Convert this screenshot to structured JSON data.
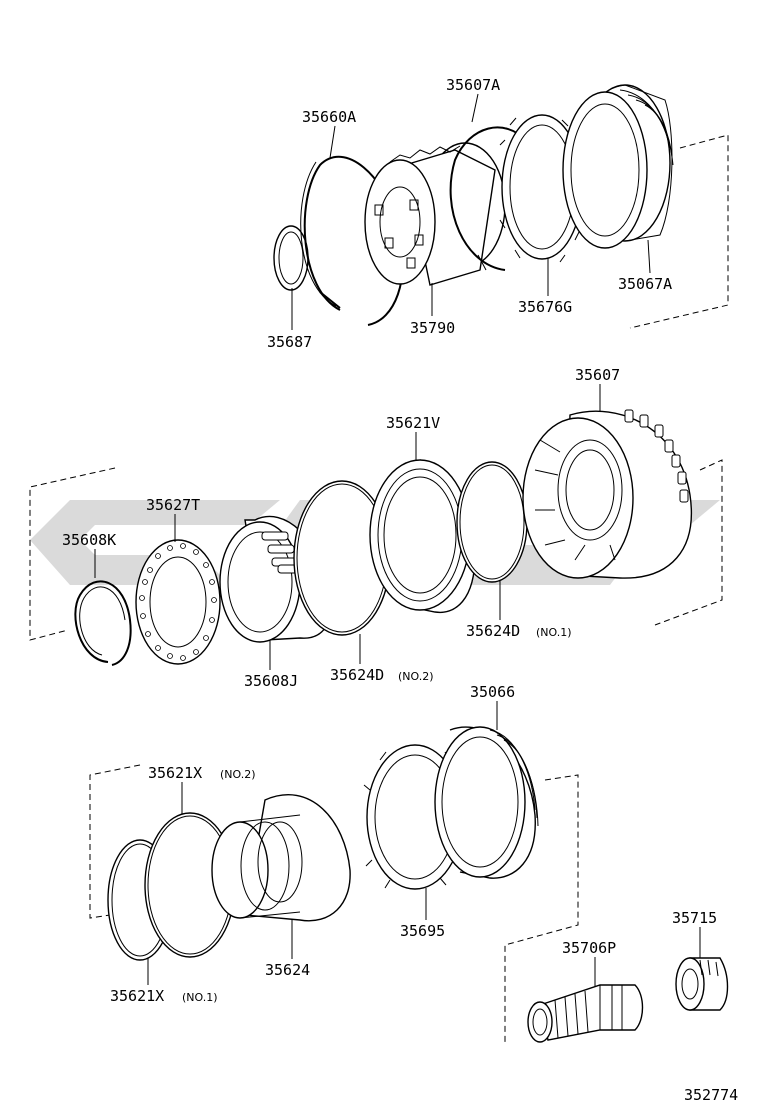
{
  "diagram": {
    "parts": [
      {
        "id": "p1",
        "number": "35660A",
        "note": ""
      },
      {
        "id": "p2",
        "number": "35607A",
        "note": ""
      },
      {
        "id": "p3",
        "number": "35687",
        "note": ""
      },
      {
        "id": "p4",
        "number": "35790",
        "note": ""
      },
      {
        "id": "p5",
        "number": "35676G",
        "note": ""
      },
      {
        "id": "p6",
        "number": "35067A",
        "note": ""
      },
      {
        "id": "p7",
        "number": "35607",
        "note": ""
      },
      {
        "id": "p8",
        "number": "35621V",
        "note": ""
      },
      {
        "id": "p9",
        "number": "35627T",
        "note": ""
      },
      {
        "id": "p10",
        "number": "35608K",
        "note": ""
      },
      {
        "id": "p11",
        "number": "35624D",
        "note": "(NO.1)"
      },
      {
        "id": "p12",
        "number": "35608J",
        "note": ""
      },
      {
        "id": "p13",
        "number": "35624D",
        "note": "(NO.2)"
      },
      {
        "id": "p14",
        "number": "35066",
        "note": ""
      },
      {
        "id": "p15",
        "number": "35621X",
        "note": "(NO.2)"
      },
      {
        "id": "p16",
        "number": "35624",
        "note": ""
      },
      {
        "id": "p17",
        "number": "35695",
        "note": ""
      },
      {
        "id": "p18",
        "number": "35715",
        "note": ""
      },
      {
        "id": "p19",
        "number": "35706P",
        "note": ""
      },
      {
        "id": "p20",
        "number": "35621X",
        "note": "(NO.1)"
      }
    ],
    "figure_number": "352774"
  }
}
